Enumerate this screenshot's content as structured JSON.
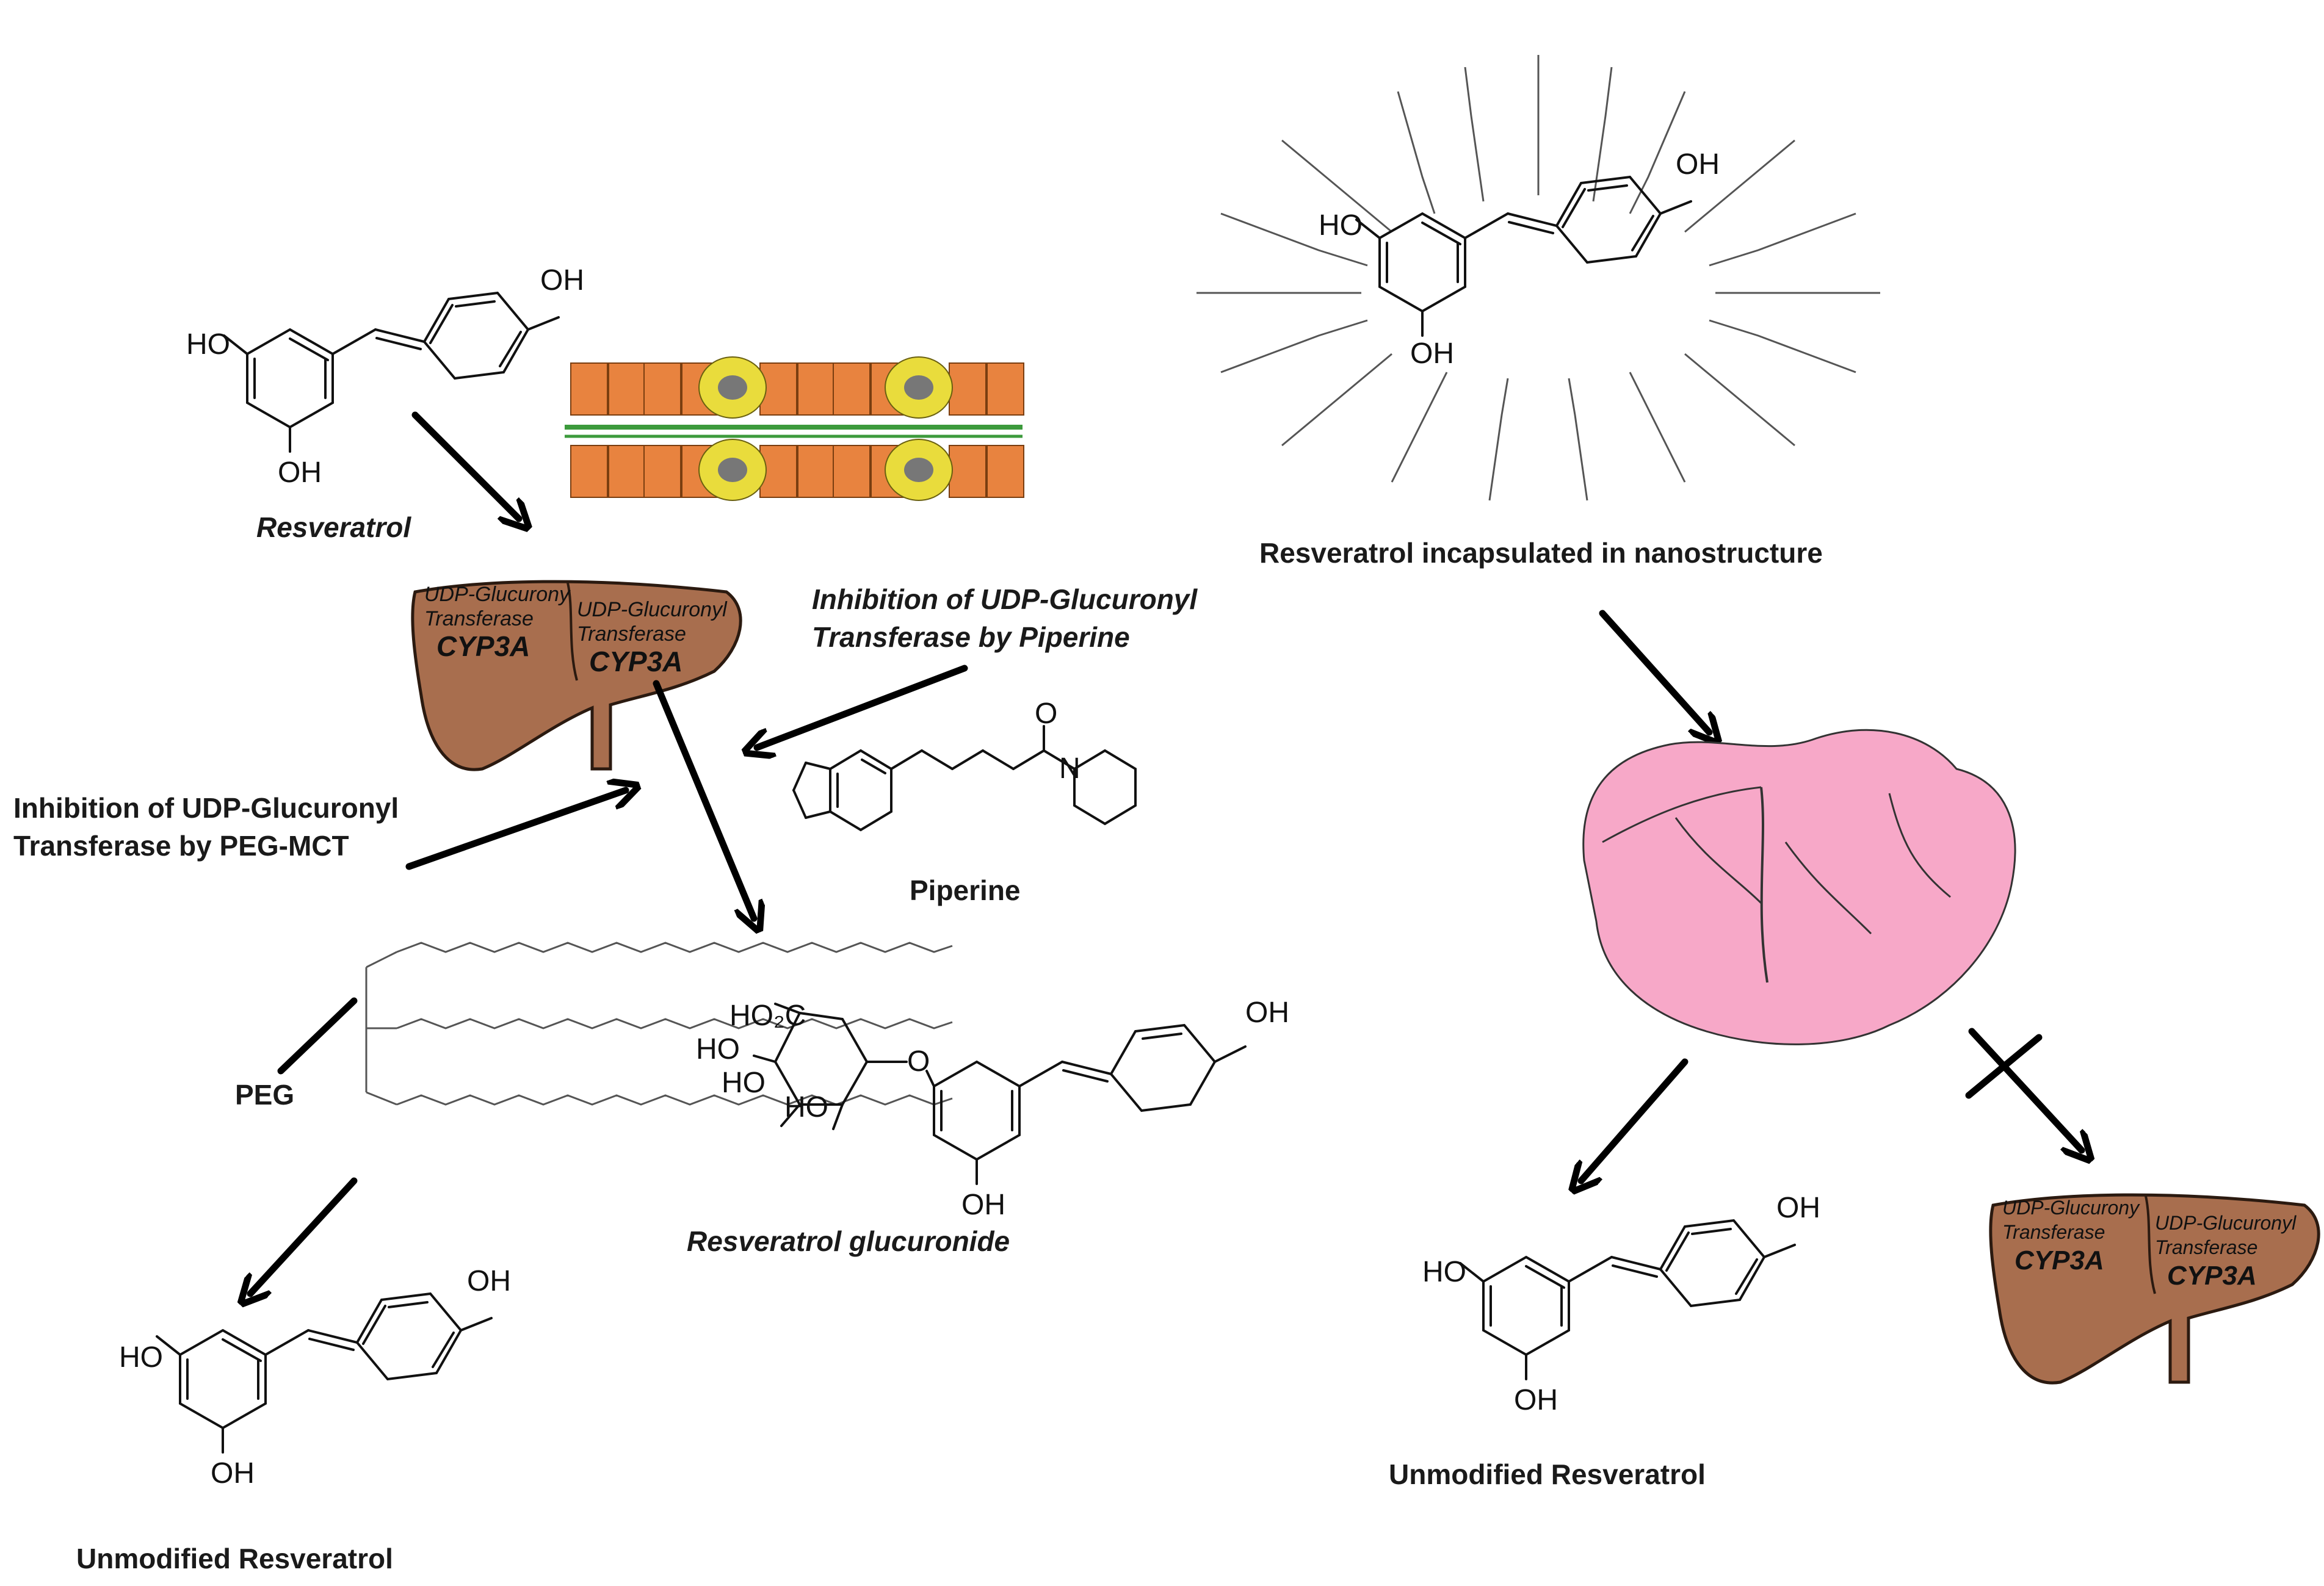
{
  "labels": {
    "resveratrol": "Resveratrol",
    "encapsulated": "Resveratrol incapsulated in nanostructure",
    "inhibition_piperine_1": "Inhibition of UDP-Glucuronyl",
    "inhibition_piperine_2": "Transferase by Piperine",
    "inhibition_peg_1": "Inhibition of UDP-Glucuronyl",
    "inhibition_peg_2": "Transferase by PEG-MCT",
    "piperine": "Piperine",
    "peg": "PEG",
    "glucuronide": "Resveratrol glucuronide",
    "unmodified_left": "Unmodified Resveratrol",
    "unmodified_right": "Unmodified Resveratrol"
  },
  "liver_text": {
    "enzyme1_line1": "UDP-Glucurony",
    "enzyme1_line2": "Transferase",
    "enzyme1_line3": "CYP3A",
    "enzyme2_line1": "UDP-Glucuronyl",
    "enzyme2_line2": "Transferase",
    "enzyme2_line3": "CYP3A"
  },
  "atoms": {
    "oh": "OH",
    "ho": "HO",
    "o": "O",
    "n": "N",
    "ho2c": "HO₂C"
  },
  "colors": {
    "liver": "#a86e4e",
    "stomach": "#f7a8c8",
    "cell_orange": "#e8833f",
    "cell_yellow": "#e9dc3c",
    "membrane_green": "#3c9a3c"
  }
}
